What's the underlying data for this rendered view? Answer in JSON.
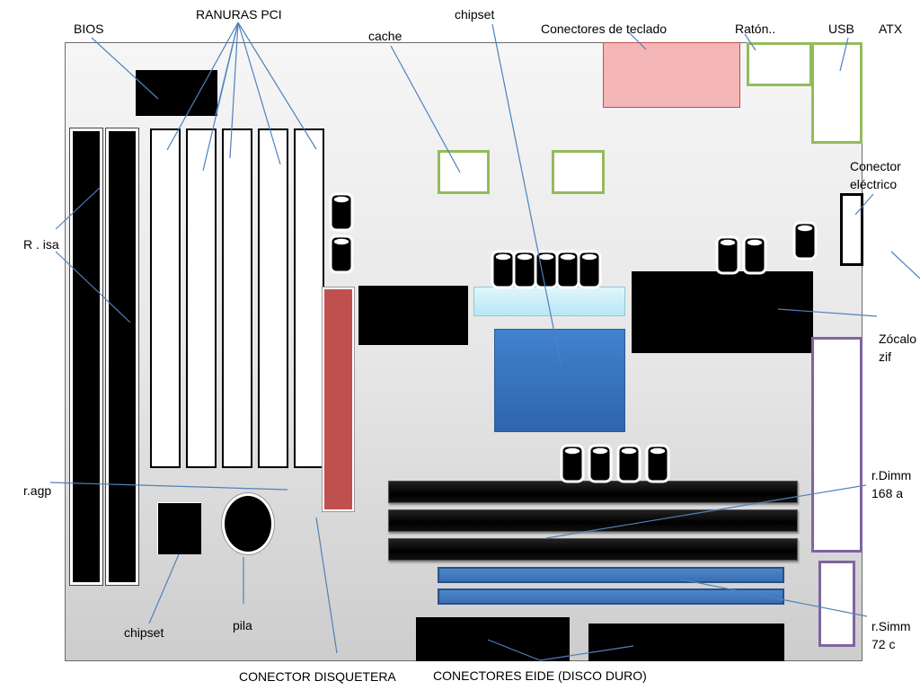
{
  "labels": {
    "bios": "BIOS",
    "ranuras_pci": "RANURAS PCI",
    "cache": "cache",
    "chipset_top": "chipset",
    "conectores_teclado": "Conectores de teclado",
    "raton": "Ratón..",
    "usb": "USB",
    "atx": "ATX",
    "conector_electrico_1": "Conector",
    "conector_electrico_2": "eléctrico",
    "r_isa": "R . isa",
    "zocalo_1": "Zócalo",
    "zocalo_2": "zif",
    "r_agp": "r.agp",
    "r_dimm_1": "r.Dimm",
    "r_dimm_2": "168 a",
    "chipset_bottom": "chipset",
    "pila": "pila",
    "r_simm_1": "r.Simm",
    "r_simm_2": "72 c",
    "conector_disquetera": "CONECTOR DISQUETERA",
    "conectores_eide": "CONECTORES EIDE (DISCO DURO)"
  },
  "colors": {
    "leader_line": "#4f81bd",
    "keyboard_connector": "#f4b6b6",
    "agp_slot": "#c0504d",
    "chipset_north": "#3c78c4",
    "ide_strip": "#cdeefa",
    "green_outline": "#94bb5b",
    "purple_outline": "#8064a2"
  }
}
